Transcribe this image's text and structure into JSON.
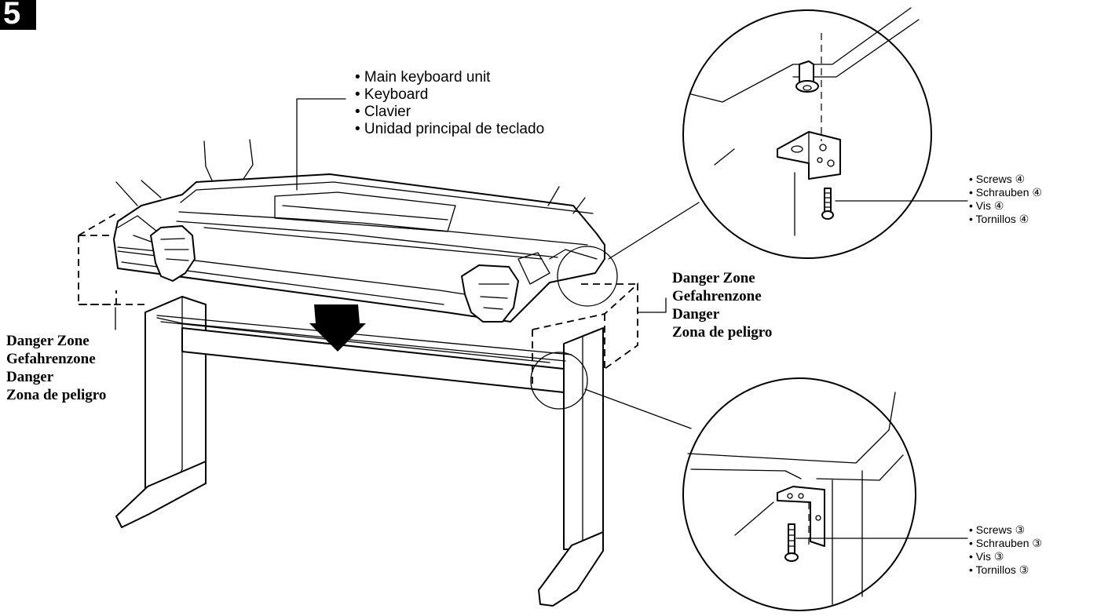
{
  "step_number": "5",
  "keyboard_label": [
    "• Main keyboard unit",
    "• Keyboard",
    "• Clavier",
    "• Unidad principal de teclado"
  ],
  "danger_zone_left": [
    "Danger Zone",
    "Gefahrenzone",
    "Danger",
    "Zona de peligro"
  ],
  "danger_zone_right": [
    "Danger Zone",
    "Gefahrenzone",
    "Danger",
    "Zona de peligro"
  ],
  "screws_top": [
    "• Screws ④",
    "• Schrauben ④",
    "• Vis ④",
    "• Tornillos ④"
  ],
  "screws_bottom": [
    "• Screws ③",
    "• Schrauben ③",
    "• Vis ③",
    "• Tornillos ③"
  ]
}
